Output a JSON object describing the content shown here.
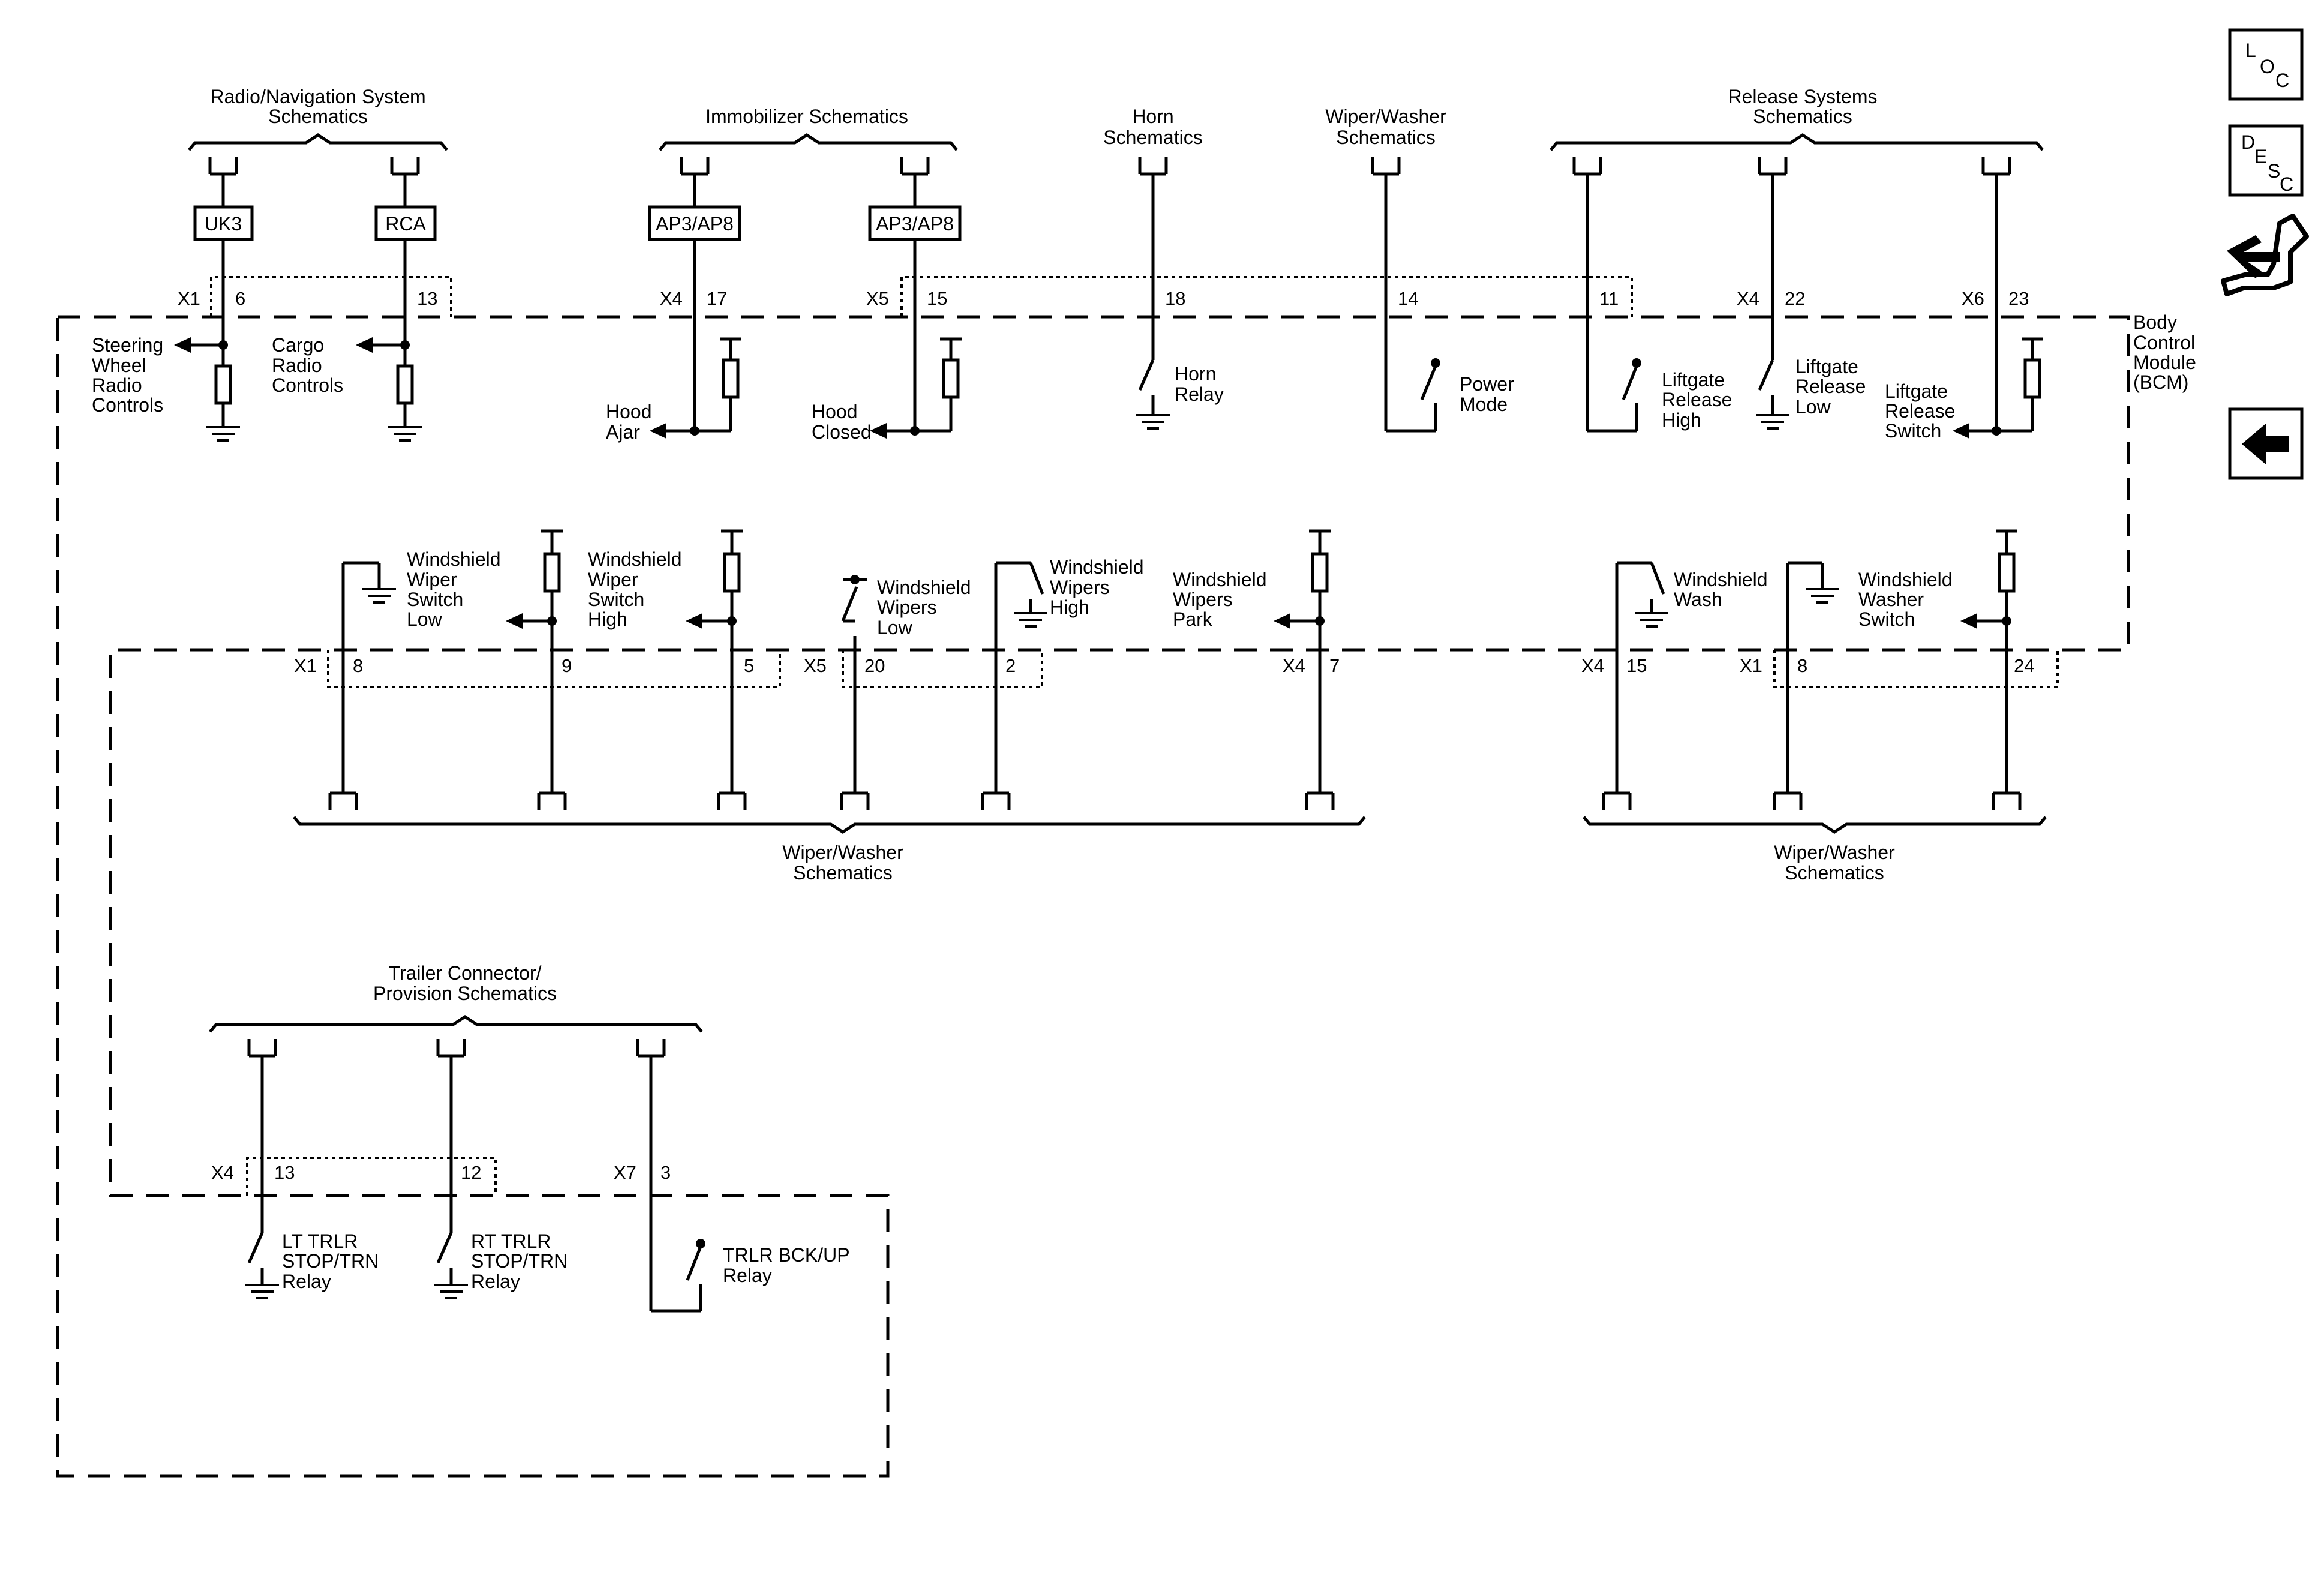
{
  "refs": {
    "radio_nav": [
      "Radio/Navigation System",
      "Schematics"
    ],
    "immobilizer": [
      "Immobilizer Schematics"
    ],
    "horn": [
      "Horn",
      "Schematics"
    ],
    "wiper_top": [
      "Wiper/Washer",
      "Schematics"
    ],
    "release": [
      "Release Systems",
      "Schematics"
    ],
    "wiper_bottom_left": [
      "Wiper/Washer",
      "Schematics"
    ],
    "wiper_bottom_right": [
      "Wiper/Washer",
      "Schematics"
    ],
    "trailer": [
      "Trailer Connector/",
      "Provision Schematics"
    ]
  },
  "options": {
    "uk3": "UK3",
    "rca": "RCA",
    "ap3_a": "AP3/AP8",
    "ap3_b": "AP3/AP8"
  },
  "connectors": {
    "x1_top": "X1",
    "x4_top": "X4",
    "x5_top": "X5",
    "x4_top2": "X4",
    "x6_top": "X6",
    "x1_mid": "X1",
    "x5_mid": "X5",
    "x4_mid": "X4",
    "x4_mid2": "X4",
    "x1_mid2": "X1",
    "x4_bot": "X4",
    "x7_bot": "X7"
  },
  "pins": {
    "p6": "6",
    "p13": "13",
    "p17": "17",
    "p15": "15",
    "p18": "18",
    "p14": "14",
    "p11": "11",
    "p22": "22",
    "p23": "23",
    "p8": "8",
    "p9": "9",
    "p5": "5",
    "p20": "20",
    "p2": "2",
    "p7": "7",
    "p15b": "15",
    "p8b": "8",
    "p24": "24",
    "p13b": "13",
    "p12": "12",
    "p3": "3"
  },
  "labels": {
    "steering": [
      "Steering",
      "Wheel",
      "Radio",
      "Controls"
    ],
    "cargo": [
      "Cargo",
      "Radio",
      "Controls"
    ],
    "hood_ajar": [
      "Hood",
      "Ajar"
    ],
    "hood_closed": [
      "Hood",
      "Closed"
    ],
    "horn_relay": [
      "Horn",
      "Relay"
    ],
    "power_mode": [
      "Power",
      "Mode"
    ],
    "liftgate_high": [
      "Liftgate",
      "Release",
      "High"
    ],
    "liftgate_low": [
      "Liftgate",
      "Release",
      "Low"
    ],
    "liftgate_switch": [
      "Liftgate",
      "Release",
      "Switch"
    ],
    "bcm": [
      "Body",
      "Control",
      "Module",
      "(BCM)"
    ],
    "ws_switch_low": [
      "Windshield",
      "Wiper",
      "Switch",
      "Low"
    ],
    "ws_switch_high": [
      "Windshield",
      "Wiper",
      "Switch",
      "High"
    ],
    "ws_wipers_low": [
      "Windshield",
      "Wipers",
      "Low"
    ],
    "ws_wipers_high": [
      "Windshield",
      "Wipers",
      "High"
    ],
    "ws_wipers_park": [
      "Windshield",
      "Wipers",
      "Park"
    ],
    "ws_wash": [
      "Windshield",
      "Wash"
    ],
    "ws_washer_switch": [
      "Windshield",
      "Washer",
      "Switch"
    ],
    "lt_trlr": [
      "LT TRLR",
      "STOP/TRN",
      "Relay"
    ],
    "rt_trlr": [
      "RT TRLR",
      "STOP/TRN",
      "Relay"
    ],
    "trlr_bckup": [
      "TRLR BCK/UP",
      "Relay"
    ]
  },
  "nav_buttons": {
    "loc": [
      "L",
      "O",
      "C"
    ],
    "desc": [
      "D",
      "E",
      "S",
      "C"
    ]
  },
  "icons": {
    "loc": "loc-icon",
    "desc": "desc-icon",
    "hand": "component-hand-icon",
    "back": "back-arrow-icon"
  }
}
